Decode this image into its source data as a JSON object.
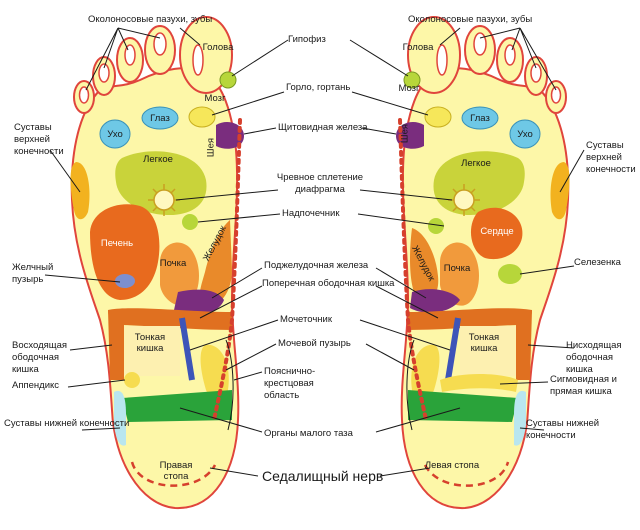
{
  "labels": {
    "sinuses_left": "Околоносовые пазухи, зубы",
    "sinuses_right": "Околоносовые пазухи, зубы",
    "head_left": "Голова",
    "head_right": "Голова",
    "pituitary": "Гипофиз",
    "brain_left": "Мозг",
    "brain_right": "Мозг",
    "throat": "Горло, гортань",
    "eye_left": "Глаз",
    "eye_right": "Глаз",
    "ear_left": "Ухо",
    "ear_right": "Ухо",
    "thyroid": "Щитовидная железа",
    "neck_left": "Шея",
    "neck_right": "Шея",
    "shoulder_left": "Суставы верхней конечности",
    "shoulder_right": "Суставы верхней конечности",
    "lung_left": "Легкое",
    "lung_right": "Легкое",
    "solar_plexus": "Чревное сплетение диафрагма",
    "adrenal": "Надпочечник",
    "stomach_left": "Желудок",
    "stomach_right": "Желудок",
    "liver": "Печень",
    "heart": "Сердце",
    "spleen": "Селезенка",
    "kidney_left": "Почка",
    "kidney_right": "Почка",
    "gallbladder": "Желчный пузырь",
    "pancreas": "Поджелудочная железа",
    "transverse_colon": "Поперечная ободочная кишка",
    "ascending_colon": "Восходящая ободочная кишка",
    "descending_colon": "Нисходящая ободочная кишка",
    "ureter": "Мочеточник",
    "small_int_left": "Тонкая кишка",
    "small_int_right": "Тонкая кишка",
    "bladder": "Мочевой пузырь",
    "appendix": "Аппендикс",
    "sigmoid": "Сигмовидная и прямая кишка",
    "lumbosacral": "Пояснично-крестцовая область",
    "lower_joints_left": "Суставы нижней конечности",
    "lower_joints_right": "Суставы нижней конечности",
    "pelvic": "Органы малого таза",
    "right_foot": "Правая стопа",
    "left_foot": "Левая стопа",
    "sciatic": "Седалищный нерв"
  },
  "colors": {
    "foot_fill": "#fdf7a8",
    "outline": "#e0453c",
    "line": "#1a1a1a",
    "spine_dots": "#d6402d",
    "lung": "#c9d33a",
    "solar": "#fff8c0",
    "liver": "#e86a1e",
    "heart": "#e86a1e",
    "kidney": "#f19a3c",
    "stomach": "#e98a2a",
    "pancreas": "#7a2d7e",
    "colon": "#e07020",
    "ureter": "#3d55b8",
    "bladder": "#f6dc50",
    "pelvic": "#2aa33a",
    "heel_joint": "#b9e6ef",
    "eye_ear": "#6ec8e6",
    "pituitary": "#b7d63a",
    "thyroid": "#7a2d7e",
    "shoulder": "#f2b21f",
    "gall": "#7d8fd0",
    "spleen": "#b7d63a"
  }
}
